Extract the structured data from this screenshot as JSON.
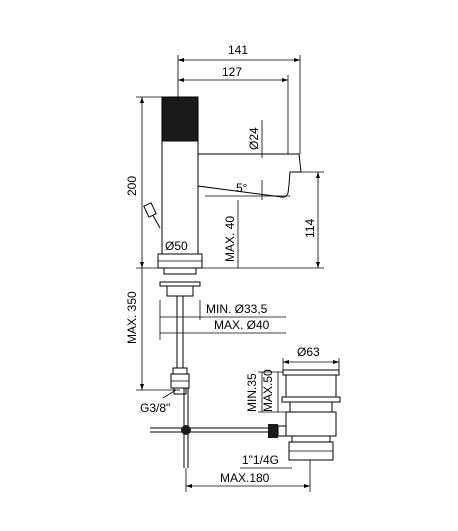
{
  "dimensions": {
    "width_141": "141",
    "width_127": "127",
    "dia_24": "Ø24",
    "angle_5": "5°",
    "height_200": "200",
    "max_40": "MAX. 40",
    "height_114": "114",
    "dia_50": "Ø50",
    "max_350": "MAX. 350",
    "min_33_5": "MIN. Ø33,5",
    "max_40_dia": "MAX. Ø40",
    "thread_g38": "G3/8\"",
    "dia_63": "Ø63",
    "min_35": "MIN.35",
    "max_50": "MAX.50",
    "thread_1_14": "1\"1/4G",
    "max_180": "MAX.180"
  }
}
